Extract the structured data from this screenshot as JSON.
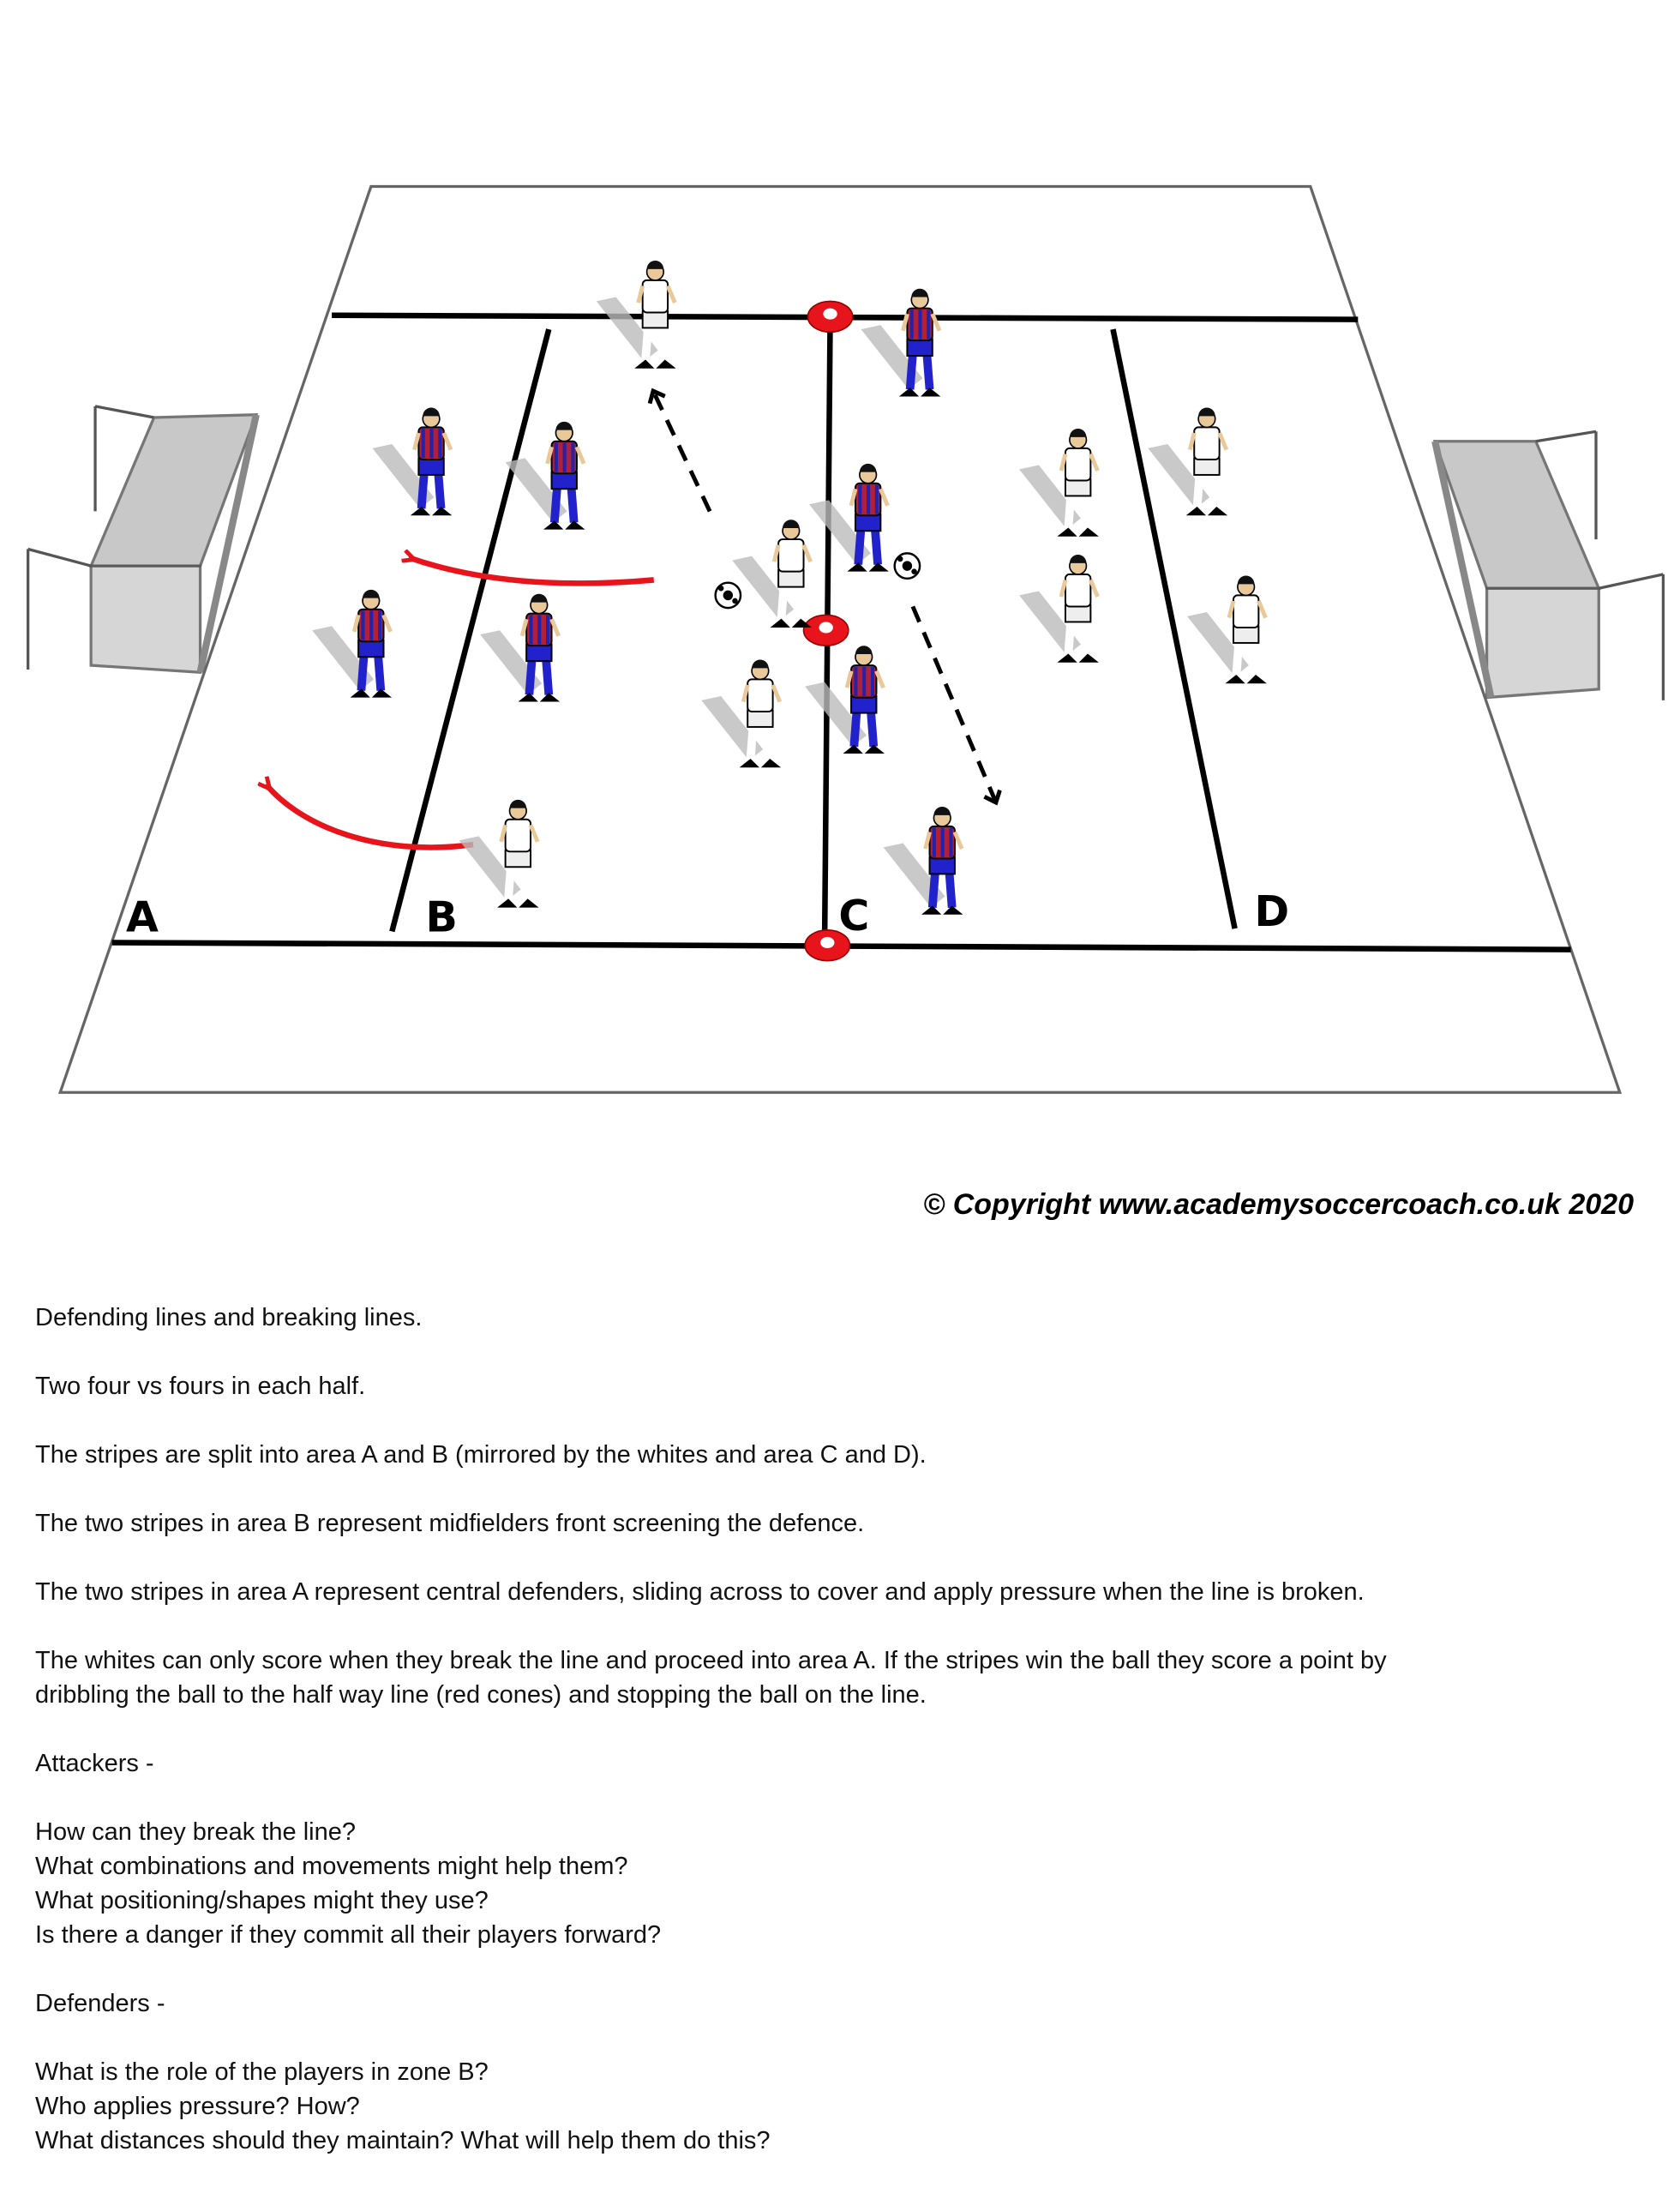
{
  "diagram": {
    "zone_labels": [
      "A",
      "B",
      "C",
      "D"
    ],
    "colors": {
      "pitch_line": "#000000",
      "pitch_border": "#666666",
      "cone": "#e8141b",
      "movement_arrow": "#e8141b",
      "stripes_shirt_red": "#b0203a",
      "stripes_shirt_blue": "#2222aa",
      "stripes_shorts": "#2222cc",
      "whites_shirt": "#ffffff",
      "goal_net": "#bbbbbb"
    }
  },
  "copyright": "© Copyright www.academysoccercoach.co.uk 2020",
  "notes": [
    "Defending lines and breaking lines.",
    "",
    "Two four vs fours in each half.",
    "",
    "The stripes are split into area A and B (mirrored by the whites and area C and D).",
    "",
    "The two stripes in area B represent midfielders front screening the defence.",
    "",
    "The two stripes in area A represent central defenders, sliding across to cover and apply pressure when the line is broken.",
    "",
    "The whites can only score when they break the line and proceed into area A. If the stripes win the ball they score a point by",
    "dribbling the ball to the half way line (red cones) and stopping the ball on the line.",
    "",
    "Attackers -",
    "",
    "How can they break the line?",
    "What combinations and movements might help them?",
    "What positioning/shapes might they use?",
    "Is there a danger if they commit all their players forward?",
    "",
    "Defenders -",
    "",
    "What is the role of the players in zone B?",
    "Who applies pressure? How?",
    "What distances should they maintain? What will help them do this?"
  ]
}
